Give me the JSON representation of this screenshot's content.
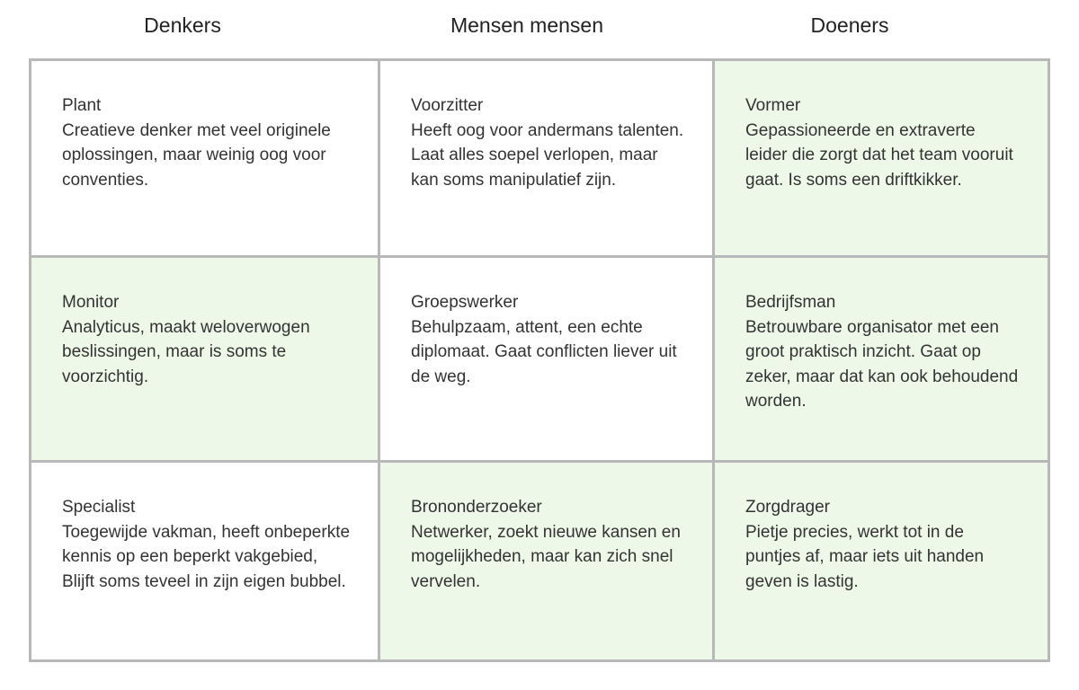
{
  "headers": [
    "Denkers",
    "Mensen mensen",
    "Doeners"
  ],
  "rows": [
    [
      {
        "role": "Plant",
        "desc": "Creatieve denker met veel originele oplossingen, maar weinig oog voor conventies.",
        "highlight": false
      },
      {
        "role": "Voorzitter",
        "desc": "Heeft oog voor andermans talenten. Laat alles soepel verlopen, maar kan soms manipulatief zijn.",
        "highlight": false
      },
      {
        "role": "Vormer",
        "desc": "Gepassioneerde en extraverte leider die zorgt dat het team vooruit gaat. Is soms een driftkikker.",
        "highlight": true
      }
    ],
    [
      {
        "role": "Monitor",
        "desc": "Analyticus, maakt weloverwogen beslissingen, maar is soms te voorzichtig.",
        "highlight": true
      },
      {
        "role": "Groepswerker",
        "desc": "Behulpzaam, attent, een echte diplomaat. Gaat conflicten liever uit de weg.",
        "highlight": false
      },
      {
        "role": "Bedrijfsman",
        "desc": "Betrouwbare organisator met een groot praktisch inzicht. Gaat op zeker, maar dat kan ook behoudend worden.",
        "highlight": true
      }
    ],
    [
      {
        "role": "Specialist",
        "desc": "Toegewijde vakman, heeft onbeperkte kennis op een beperkt vakgebied, Blijft soms teveel in zijn eigen bubbel.",
        "highlight": false
      },
      {
        "role": "Brononderzoeker",
        "desc": "Netwerker, zoekt nieuwe kansen en mogelijkheden, maar kan zich snel vervelen.",
        "highlight": true
      },
      {
        "role": "Zorgdrager",
        "desc": "Pietje precies, werkt tot in de puntjes af, maar iets uit handen geven is lastig.",
        "highlight": true
      }
    ]
  ],
  "colors": {
    "highlight_bg": "#eef8e8",
    "cell_bg": "#ffffff",
    "border": "#b8b8b8"
  }
}
